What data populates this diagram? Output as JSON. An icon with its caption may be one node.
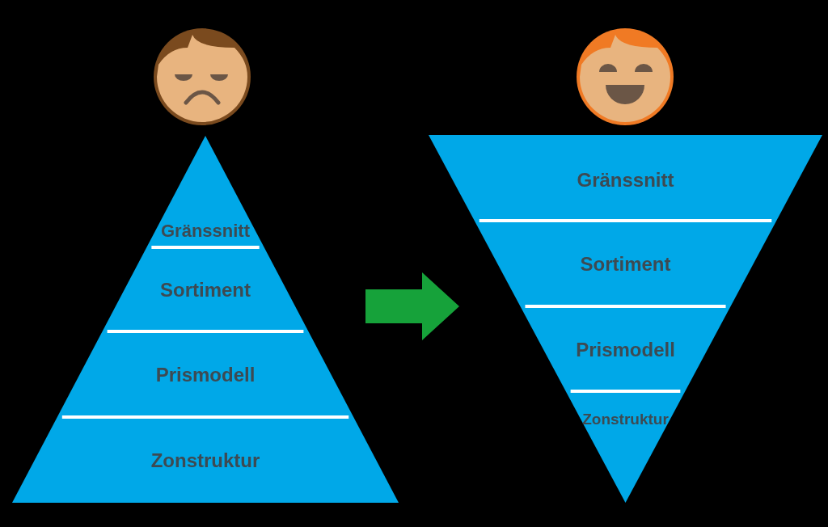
{
  "diagram": {
    "nodes": [
      {
        "text": [],
        "shape": "triangle"
      },
      {
        "text": [
          "Gränssnitt"
        ],
        "in": 0
      },
      {
        "text": [
          "Sortiment"
        ],
        "in": 0
      },
      {
        "text": [
          "Prismodell"
        ],
        "in": 0
      },
      {
        "text": [
          "Zonstruktur"
        ],
        "in": 0
      },
      {
        "text": [],
        "shape": "triangle"
      },
      {
        "text": [
          "Gränssnitt"
        ],
        "in": 5
      },
      {
        "text": [
          "Sortiment"
        ],
        "in": 5
      },
      {
        "text": [
          "Prismodell"
        ],
        "in": 5
      },
      {
        "text": [
          "Zonstruktur"
        ],
        "in": 5
      }
    ],
    "edges": [
      {
        "from": 0,
        "to": 5,
        "arrow": "to",
        "style": "thick",
        "color": "#16a23a"
      }
    ]
  }
}
